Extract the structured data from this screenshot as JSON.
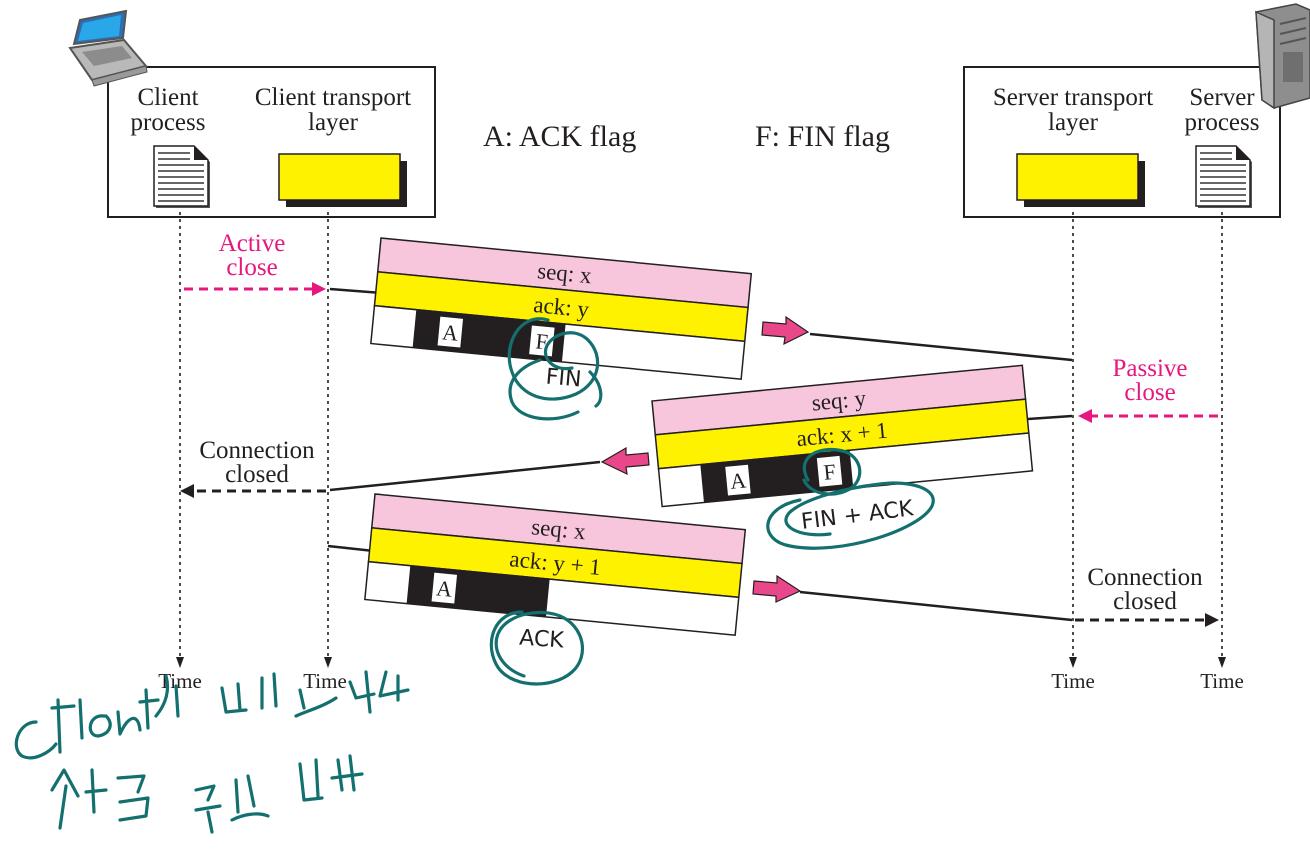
{
  "legend": {
    "ack_flag": "A: ACK flag",
    "fin_flag": "F: FIN flag"
  },
  "client": {
    "process_line1": "Client",
    "process_line2": "process",
    "transport_line1": "Client transport",
    "transport_line2": "layer"
  },
  "server": {
    "transport_line1": "Server transport",
    "transport_line2": "layer",
    "process_line1": "Server",
    "process_line2": "process"
  },
  "events": {
    "active_close_line1": "Active",
    "active_close_line2": "close",
    "passive_close_line1": "Passive",
    "passive_close_line2": "close",
    "client_closed_line1": "Connection",
    "client_closed_line2": "closed",
    "server_closed_line1": "Connection",
    "server_closed_line2": "closed"
  },
  "segments": [
    {
      "seq": "seq: x",
      "ack": "ack: y",
      "flags": [
        "A",
        "F"
      ],
      "annotation": "FIN"
    },
    {
      "seq": "seq: y",
      "ack": "ack: x + 1",
      "flags": [
        "A",
        "F"
      ],
      "annotation": "FIN + ACK"
    },
    {
      "seq": "seq: x",
      "ack": "ack: y + 1",
      "flags": [
        "A"
      ],
      "annotation": "ACK"
    }
  ],
  "time_labels": [
    "Time",
    "Time",
    "Time",
    "Time"
  ],
  "colors": {
    "segment_header": "#f7c6dc",
    "segment_ack_row": "#fff200",
    "event_text": "#e6177e",
    "direction_arrow": "#e8488a",
    "handwriting": "#13706f"
  },
  "icons": {
    "client": "laptop-icon",
    "server": "server-tower-icon",
    "process": "document-icon"
  }
}
